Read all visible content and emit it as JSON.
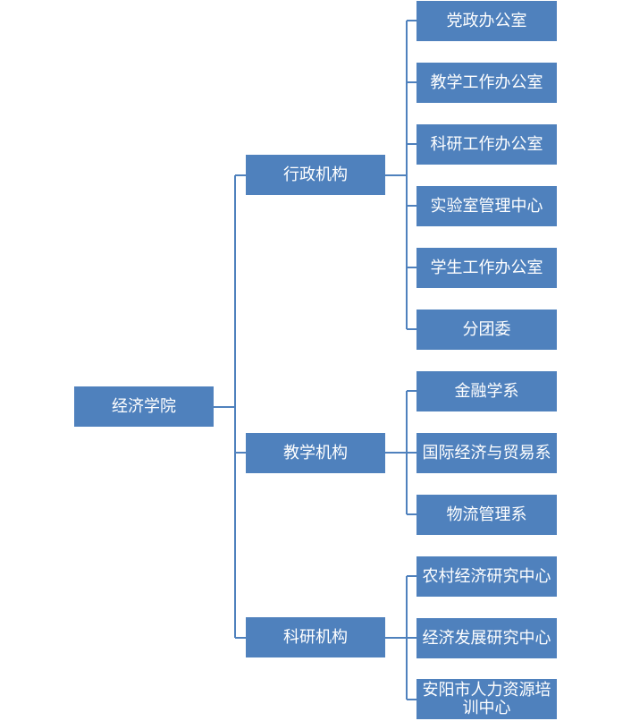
{
  "root": "经济学院",
  "groups": [
    {
      "label": "行政机构",
      "children": [
        "党政办公室",
        "教学工作办公室",
        "科研工作办公室",
        "实验室管理中心",
        "学生工作办公室",
        "分团委"
      ]
    },
    {
      "label": "教学机构",
      "children": [
        "金融学系",
        "国际经济与贸易系",
        "物流管理系"
      ]
    },
    {
      "label": "科研机构",
      "children": [
        "农村经济研究中心",
        "经济发展研究中心",
        "安阳市人力资源培训中心"
      ]
    }
  ],
  "colors": {
    "node": "#4f81bd",
    "line": "#4f81bd",
    "text": "#ffffff"
  }
}
